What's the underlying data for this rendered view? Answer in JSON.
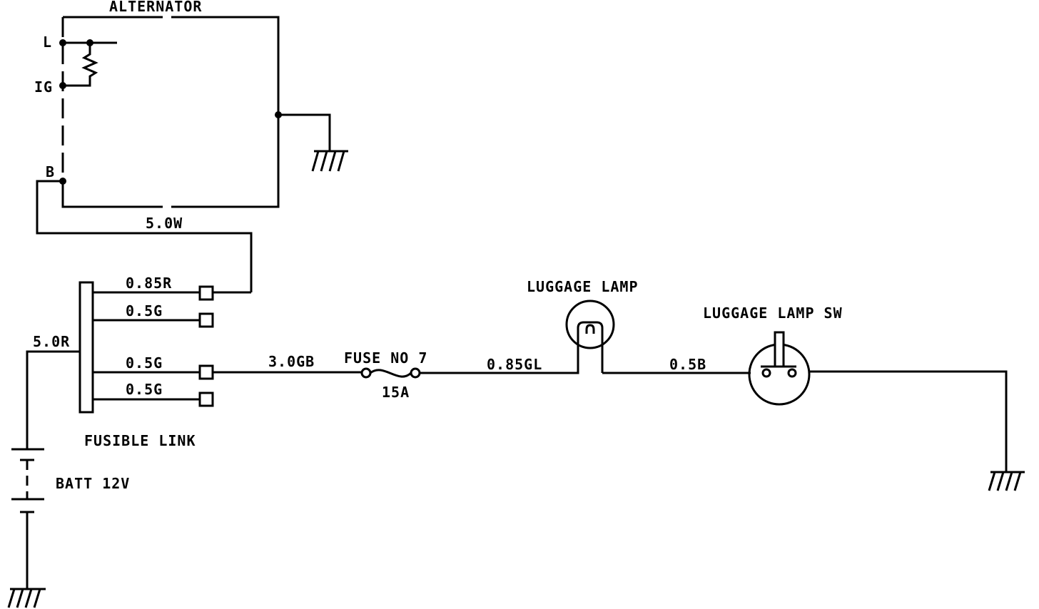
{
  "alternator": {
    "title": "ALTERNATOR",
    "terminal_l": "L",
    "terminal_ig": "IG",
    "terminal_b": "B"
  },
  "wires": {
    "alt_b_wire": "5.0W",
    "fl_out_1": "0.85R",
    "fl_out_2": "0.5G",
    "fl_out_3": "0.5G",
    "fl_out_4": "0.5G",
    "batt_wire": "5.0R",
    "fuse_in": "3.0GB",
    "lamp_in": "0.85GL",
    "lamp_out": "0.5B"
  },
  "components": {
    "fusible_link": "FUSIBLE LINK",
    "battery": "BATT 12V",
    "fuse_name": "FUSE NO 7",
    "fuse_rating": "15A",
    "lamp": "LUGGAGE LAMP",
    "lamp_switch": "LUGGAGE LAMP SW"
  }
}
